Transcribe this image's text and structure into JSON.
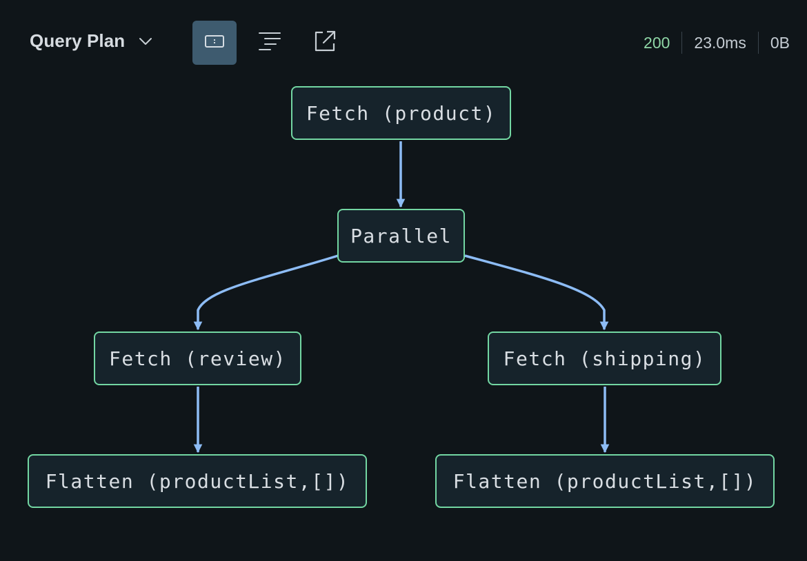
{
  "header": {
    "view_label": "Query Plan",
    "icons": {
      "dropdown": "chevron-down-icon",
      "graph_view": "graph-view-icon",
      "text_view": "text-view-icon",
      "popout": "external-link-icon"
    }
  },
  "stats": {
    "status_code": "200",
    "duration": "23.0ms",
    "size": "0B"
  },
  "plan": {
    "nodes": {
      "fetch_product": "Fetch (product)",
      "parallel": "Parallel",
      "fetch_review": "Fetch (review)",
      "fetch_shipping": "Fetch (shipping)",
      "flatten_review": "Flatten (productList,[])",
      "flatten_shipping": "Flatten (productList,[])"
    },
    "edges": [
      [
        "fetch_product",
        "parallel"
      ],
      [
        "parallel",
        "fetch_review"
      ],
      [
        "parallel",
        "fetch_shipping"
      ],
      [
        "fetch_review",
        "flatten_review"
      ],
      [
        "fetch_shipping",
        "flatten_shipping"
      ]
    ]
  },
  "colors": {
    "background": "#0f1519",
    "node_border": "#73d7a3",
    "node_fill": "#16232b",
    "edge": "#8dbcf5",
    "status_ok": "#8fd6a6",
    "active_button": "#3e5b6f"
  }
}
